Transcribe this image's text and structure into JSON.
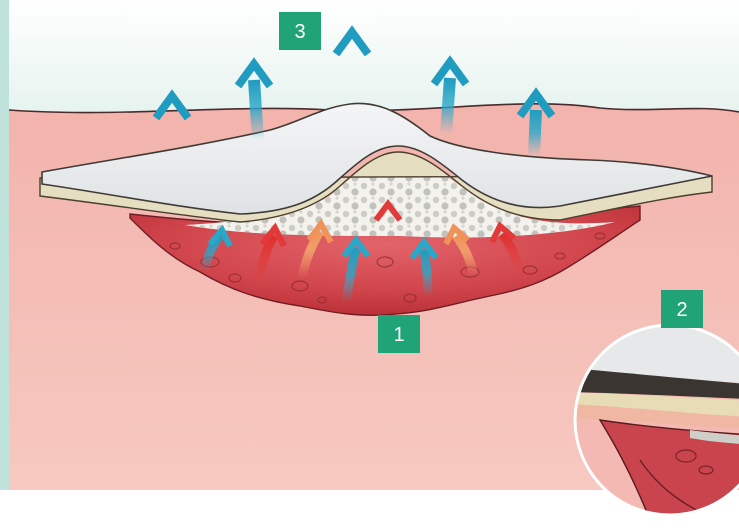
{
  "figure": {
    "labels": {
      "one": "1",
      "two": "2",
      "three": "3"
    },
    "colors": {
      "sky": "#e2f1ec",
      "skin": "#f4b9b2",
      "wound": "#c9363d",
      "dressing_top": "#e9ebed",
      "dressing_edge": "#e4dcc0",
      "foam": "#f2f2ee",
      "label_bg": "#1fa377",
      "arrow_teal": "#2aa8c9",
      "arrow_red": "#e23a3a",
      "arrow_orange": "#f3a46b",
      "side_strip": "#bfe3db"
    },
    "icons": [
      "vapor-arrow-icon",
      "exudate-arrow-icon"
    ]
  }
}
